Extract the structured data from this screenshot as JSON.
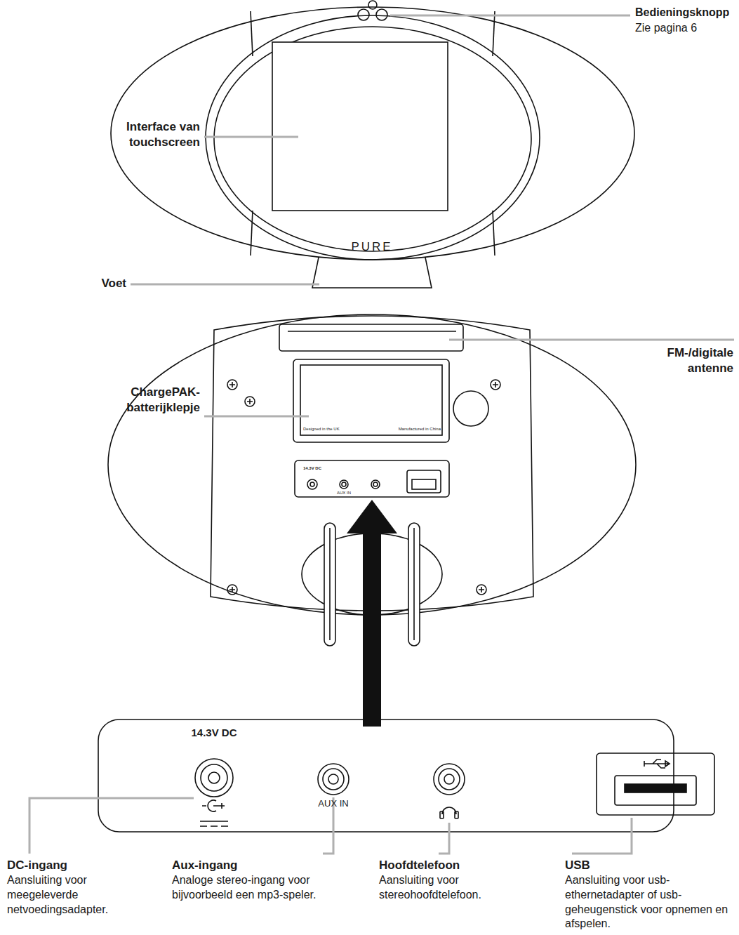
{
  "diagram": {
    "labels": [
      "Bedieningsknopp",
      "Zie pagina 6",
      "Interface van touchscreen",
      "Voet",
      "FM-/digitale antenne",
      "ChargePAK-batterijklepje",
      "DC-ingang",
      "Aansluiting voor meegeleverde netvoedingsadapter.",
      "Aux-ingang",
      "Analoge stereo-ingang voor bijvoorbeeld een mp3-speler.",
      "Hoofdtelefoon",
      "Aansluiting voor stereohoofdtelefoon.",
      "USB",
      "Aansluiting voor usb-ethernetadapter of usb-geheugenstick voor opnemen en afspelen.",
      "PURE",
      "14.3V DC",
      "AUX IN",
      "14.3V DC",
      "AUX IN",
      "Designed in the UK",
      "Manufactured in China"
    ]
  }
}
